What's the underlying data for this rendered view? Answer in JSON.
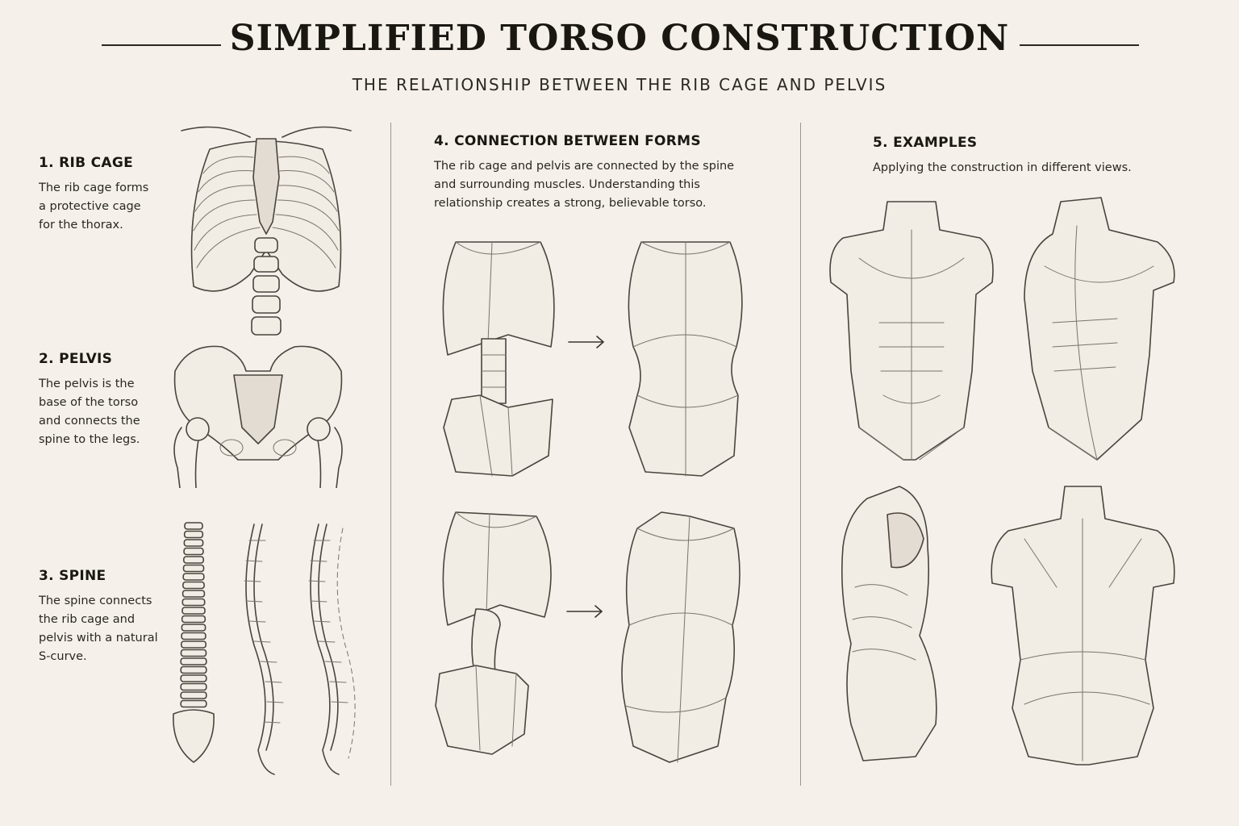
{
  "header": {
    "title": "SIMPLIFIED TORSO CONSTRUCTION",
    "subtitle": "THE RELATIONSHIP BETWEEN THE RIB CAGE AND PELVIS"
  },
  "sections": {
    "rib_cage": {
      "heading": "1. RIB CAGE",
      "lines": [
        "The rib cage forms",
        "a protective cage",
        "for the thorax."
      ]
    },
    "pelvis": {
      "heading": "2. PELVIS",
      "lines": [
        "The pelvis is the",
        "base of the torso",
        "and connects the",
        "spine to the legs."
      ]
    },
    "spine": {
      "heading": "3. SPINE",
      "lines": [
        "The spine connects",
        "the rib cage and",
        "pelvis with a natural",
        "S-curve."
      ]
    },
    "connection": {
      "heading": "4. CONNECTION BETWEEN FORMS",
      "lines": [
        "The rib cage and pelvis are connected by the spine",
        "and surrounding muscles. Understanding this",
        "relationship creates a strong, believable torso."
      ]
    },
    "examples": {
      "heading": "5. EXAMPLES",
      "lines": [
        "Applying the construction in different views."
      ]
    }
  },
  "icons": {
    "arrow": "right-arrow-icon"
  },
  "colors": {
    "background": "#f5f1ea",
    "ink": "#1f1c18",
    "line": "#4a443d"
  }
}
